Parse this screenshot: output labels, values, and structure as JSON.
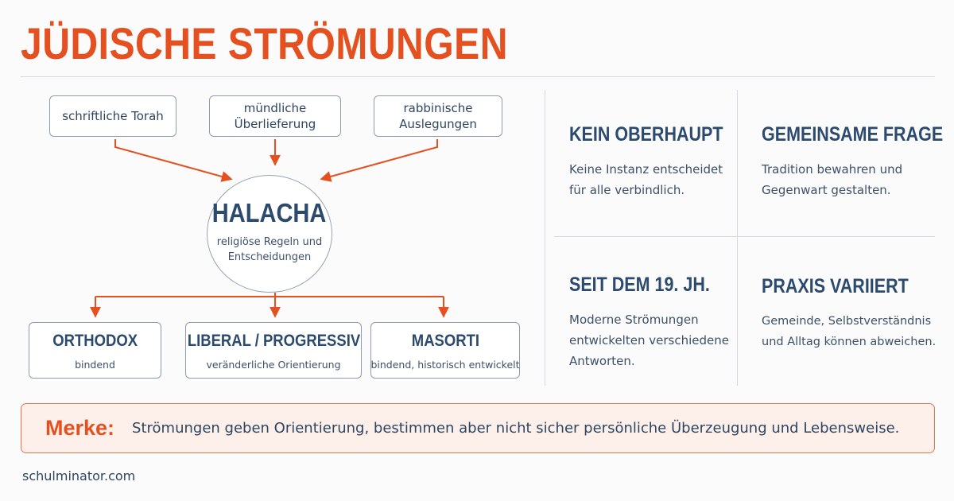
{
  "title": "JÜDISCHE STRÖMUNGEN",
  "sources": [
    {
      "label": "schriftliche Torah"
    },
    {
      "label": "mündliche\nÜberlieferung"
    },
    {
      "label": "rabbinische\nAuslegungen"
    }
  ],
  "halacha": {
    "title": "HALACHA",
    "subtitle": "religiöse Regeln und\nEntscheidungen"
  },
  "currents": [
    {
      "title": "ORTHODOX",
      "subtitle": "bindend"
    },
    {
      "title": "LIBERAL / PROGRESSIV",
      "subtitle": "veränderliche Orientierung"
    },
    {
      "title": "MASORTI",
      "subtitle": "bindend, historisch entwickelt"
    }
  ],
  "info": [
    {
      "title": "KEIN OBERHAUPT",
      "text": "Keine Instanz entscheidet\nfür alle verbindlich."
    },
    {
      "title": "GEMEINSAME FRAGE",
      "text": "Tradition bewahren und\nGegenwart gestalten."
    },
    {
      "title": "SEIT DEM 19. JH.",
      "text": "Moderne Strömungen\nentwickelten verschiedene\nAntworten."
    },
    {
      "title": "PRAXIS VARIIERT",
      "text": "Gemeinde, Selbstverständnis\nund Alltag können abweichen."
    }
  ],
  "merke": {
    "label": "Merke:",
    "text": "Strömungen geben Orientierung, bestimmen aber nicht sicher persönliche Überzeugung und Lebensweise."
  },
  "footer": "schulminator.com",
  "colors": {
    "accent": "#e4501f",
    "heading": "#2b4a6d",
    "arrow": "#e4501f",
    "border": "#8e9bac"
  }
}
